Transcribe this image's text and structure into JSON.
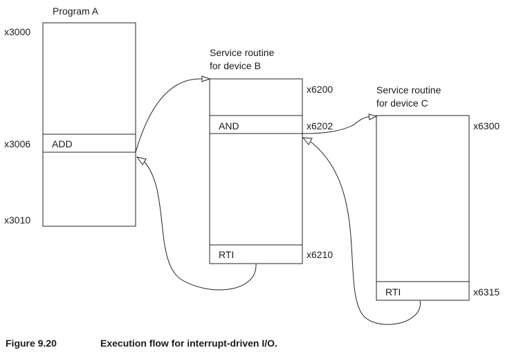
{
  "program_a": {
    "title": "Program A",
    "addr_start": "x3000",
    "addr_instr": "x3006",
    "instr": "ADD",
    "addr_end": "x3010"
  },
  "routine_b": {
    "title_line1": "Service routine",
    "title_line2": "for device B",
    "addr_start": "x6200",
    "instr": "AND",
    "addr_instr": "x6202",
    "rti": "RTI",
    "addr_rti": "x6210"
  },
  "routine_c": {
    "title_line1": "Service routine",
    "title_line2": "for device C",
    "addr_start": "x6300",
    "rti": "RTI",
    "addr_rti": "x6315"
  },
  "caption": {
    "number": "Figure 9.20",
    "text": "Execution flow for interrupt-driven I/O."
  }
}
